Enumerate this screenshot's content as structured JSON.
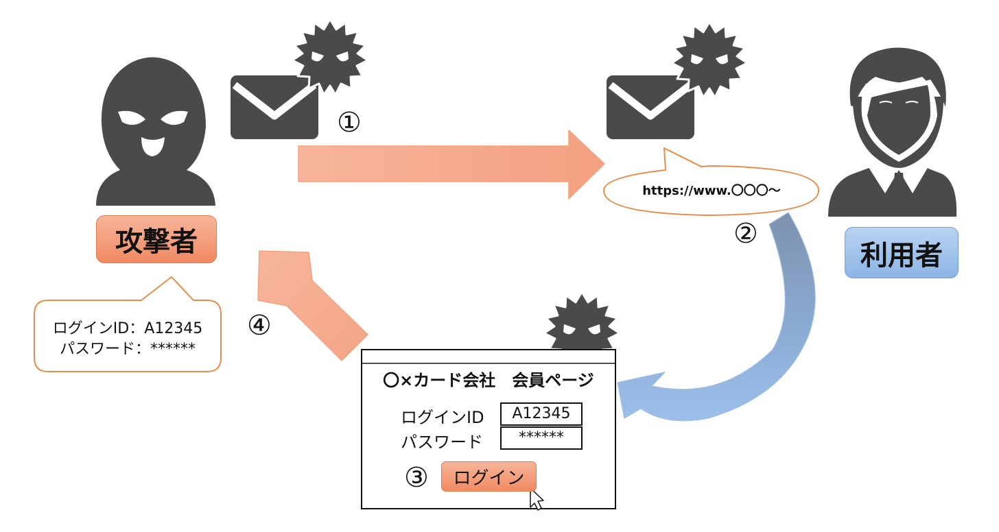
{
  "labels": {
    "attacker": "攻撃者",
    "user": "利用者"
  },
  "steps": {
    "s1": "①",
    "s2": "②",
    "s3": "③",
    "s4": "④"
  },
  "url_bubble": {
    "text": "https://www.〇〇〇～"
  },
  "stolen_credentials": {
    "line1": "ログインID：A12345",
    "line2": "パスワード：******"
  },
  "phishing_page": {
    "title": "〇×カード会社　会員ページ",
    "login_id_label": "ログインID",
    "login_id_value": "A12345",
    "password_label": "パスワード",
    "password_value": "******",
    "login_button": "ログイン"
  },
  "icons": {
    "attacker": "masked-attacker-icon",
    "user": "businessman-icon",
    "mail": "envelope-icon",
    "virus": "virus-icon",
    "cursor": "mouse-cursor-icon"
  },
  "colors": {
    "orange_accent": "#f08a62",
    "blue_accent": "#8cb5e6",
    "icon_dark": "#4a4a4a",
    "bubble_border": "#e88a48"
  }
}
